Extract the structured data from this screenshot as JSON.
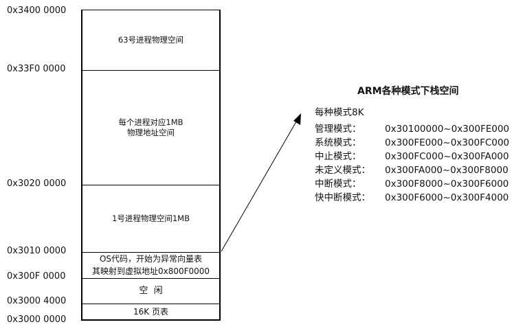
{
  "addresses": [
    "0x3400 0000",
    "0x33F0 0000",
    "0x3020 0000",
    "0x3010 0000",
    "0x300F 0000",
    "0x3000 4000",
    "0x3000 0000"
  ],
  "segments": {
    "s63": "63号进程物理空间",
    "each_line1": "每个进程对应1MB",
    "each_line2": "物理地址空间",
    "s1": "1号进程物理空间1MB",
    "os_line1": "OS代码，开始为异常向量表",
    "os_line2": "其映射到虚拟地址0x800F0000",
    "free": "空  闲",
    "pagetable": "16K 页表"
  },
  "stack": {
    "title": "ARM各种模式下栈空间",
    "subtitle": "每种模式8K",
    "modes": [
      {
        "name": "管理模式：",
        "range": "0x30100000~0x300FE000"
      },
      {
        "name": "系统模式：",
        "range": "0x300FE000~0x300FC000"
      },
      {
        "name": "中止模式：",
        "range": "0x300FC000~0x300FA000"
      },
      {
        "name": "未定义模式：",
        "range": "0x300FA000~0x300F8000"
      },
      {
        "name": "中断模式：",
        "range": "0x300F8000~0x300F6000"
      },
      {
        "name": "快中断模式：",
        "range": "0x300F6000~0x300F4000"
      }
    ]
  }
}
